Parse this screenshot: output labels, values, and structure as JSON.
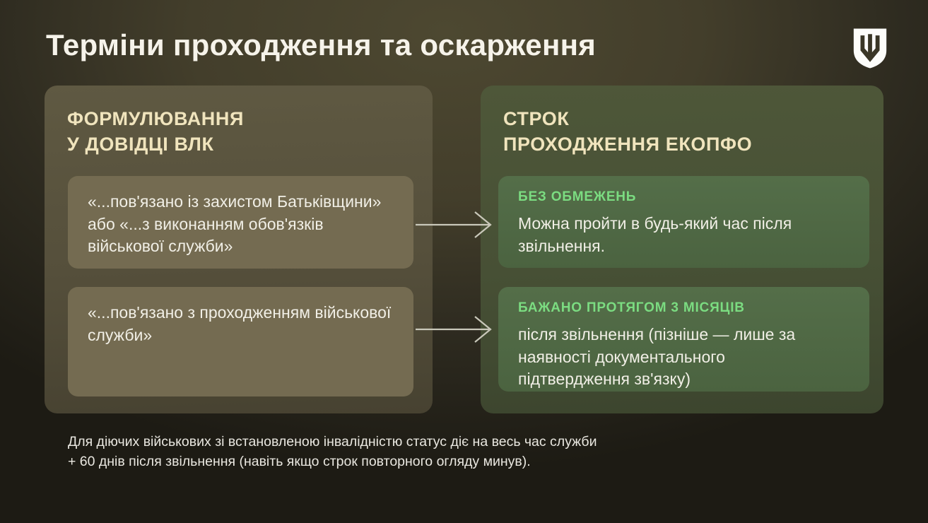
{
  "slide": {
    "title": "Терміни проходження та оскарження",
    "logo": "trident-shield-icon"
  },
  "colors": {
    "accent_green": "#7bdc81",
    "heading_cream": "#f0e4bd",
    "title_text": "#f6f3ea",
    "body_text": "#f1efe6",
    "left_panel_bg": "#5b5540",
    "left_card_bg": "#746b51",
    "right_panel_bg": "#4a5338",
    "right_card_bg": "#516b47",
    "arrow": "#c9c8ba",
    "background_top": "#4d4831",
    "background_bottom": "#1d1b14"
  },
  "left_panel": {
    "heading_line1": "ФОРМУЛЮВАННЯ",
    "heading_line2": "У ДОВІДЦІ ВЛК",
    "cards": [
      {
        "text": "«...пов'язано із захистом Батьківщини» або «...з виконанням обов'язків військової служби»"
      },
      {
        "text": "«...пов'язано з проходженням військової служби»"
      }
    ]
  },
  "right_panel": {
    "heading_line1": "СТРОК",
    "heading_line2": "ПРОХОДЖЕННЯ ЕКОПФО",
    "cards": [
      {
        "label": "БЕЗ ОБМЕЖЕНЬ",
        "text": "Можна пройти в будь-який час після звільнення."
      },
      {
        "label": "БАЖАНО ПРОТЯГОМ 3 МІСЯЦІВ",
        "text": "після звільнення (пізніше — лише за наявності документального підтвердження зв'язку)"
      }
    ]
  },
  "footer": {
    "line1": "Для діючих військових зі встановленою інвалідністю статус діє на весь час служби",
    "line2": "+ 60 днів після звільнення (навіть якщо строк повторного огляду минув)."
  }
}
